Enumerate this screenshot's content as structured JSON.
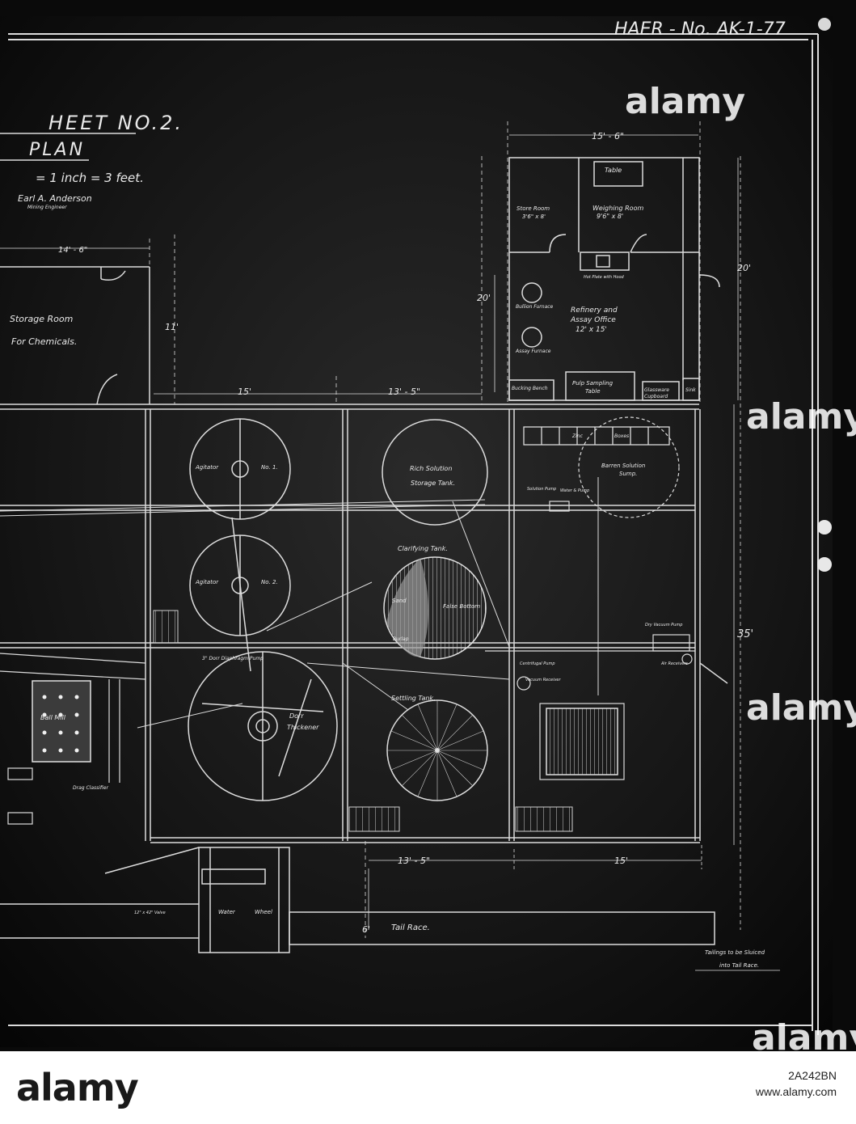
{
  "header": {
    "sheet_title": "HEET NO.2.",
    "plan_title": "PLAN",
    "scale": "= 1 inch = 3 feet.",
    "author_name": "Earl A. Anderson",
    "author_role": "Mining Engineer",
    "record_id": "HAER - No. AK-1-77"
  },
  "dimensions": {
    "top_15_6": "15' - 6\"",
    "left_14_6": "14' - 6\"",
    "d_20_left": "20'",
    "d_20_right": "20'",
    "d_11": "11'",
    "d_15": "15'",
    "d_13_5": "13' - 5\"",
    "d_35": "35'",
    "bottom_13_5": "13' - 5\"",
    "bottom_15": "15'",
    "d_6": "6'"
  },
  "rooms": {
    "table": "Table",
    "store_room": "Store Room",
    "store_room_size": "3'6\" x 8'",
    "weighing_room": "Weighing Room",
    "weighing_room_size": "9'6\" x 8'",
    "hot_plate": "Hot Plate with Hood",
    "bullion_furnace": "Bullion Furnace",
    "assay_furnace": "Assay Furnace",
    "refinery": "Refinery and",
    "assay_office": "Assay Office",
    "refinery_size": "12' x 15'",
    "bucking_bench": "Bucking Bench",
    "pulp_sampling_1": "Pulp Sampling",
    "pulp_sampling_2": "Table",
    "glassware_1": "Glassware",
    "glassware_2": "Cupboard",
    "sink": "Sink",
    "storage_room": "Storage Room",
    "for_chemicals": "For Chemicals."
  },
  "equipment": {
    "agitator1": "Agitator",
    "agitator1_no": "No. 1.",
    "agitator2": "Agitator",
    "agitator2_no": "No. 2.",
    "rich_solution_1": "Rich Solution",
    "rich_solution_2": "Storage Tank.",
    "zinc": "Zinc",
    "boxes": "Boxes",
    "barren_1": "Barren Solution",
    "barren_2": "Sump.",
    "solution_pump": "Solution Pump",
    "water_pump": "Water & Pump",
    "clarifying": "Clarifying Tank.",
    "sand": "Sand",
    "false_bottom": "False Bottom",
    "burlap": "Burlap",
    "dry_vacuum_pump": "Dry Vacuum Pump",
    "air_receivers": "Air Receivers",
    "diaphragm_pump": "3\" Dorr Diaphragm Pump",
    "centrifugal_pump": "Centrifugal Pump",
    "vacuum_receiver": "Vacuum Receiver",
    "settling": "Settling Tank.",
    "dorr_1": "Dorr",
    "dorr_2": "Thickener",
    "ball_mill": "Ball Mill",
    "drag_classifier": "Drag Classifier",
    "water": "Water",
    "wheel": "Wheel",
    "valve_note": "12\" x 42\" Valve",
    "tail_race": "Tail Race.",
    "tailings_1": "Tailings to be Sluiced",
    "tailings_2": "into Tail Race."
  },
  "stock": {
    "watermark": "alamy",
    "footer_logo": "alamy",
    "image_id": "2A242BN",
    "site": "www.alamy.com"
  }
}
